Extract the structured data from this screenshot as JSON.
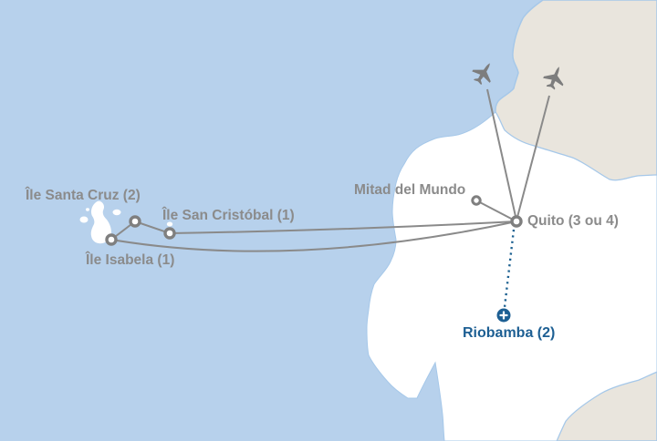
{
  "map": {
    "labels": {
      "santa_cruz": "Île Santa Cruz (2)",
      "san_cristobal": "Île San Cristóbal (1)",
      "isabela": "Île Isabela (1)",
      "mitad_del_mundo": "Mitad del Mundo",
      "quito": "Quito (3 ou 4)",
      "riobamba": "Riobamba (2)"
    },
    "stops": [
      {
        "name": "Quito",
        "nights": "3 ou 4"
      },
      {
        "name": "Île San Cristóbal",
        "nights": "1"
      },
      {
        "name": "Île Santa Cruz",
        "nights": "2"
      },
      {
        "name": "Île Isabela",
        "nights": "1"
      },
      {
        "name": "Riobamba",
        "nights": "2"
      },
      {
        "name": "Mitad del Mundo",
        "nights": ""
      }
    ],
    "routes": [
      {
        "from": "airplane-north",
        "to": "Quito",
        "style": "solid"
      },
      {
        "from": "airplane-northeast",
        "to": "Quito",
        "style": "solid"
      },
      {
        "from": "Quito",
        "to": "Île San Cristóbal",
        "style": "solid"
      },
      {
        "from": "Île San Cristóbal",
        "to": "Île Santa Cruz",
        "style": "solid"
      },
      {
        "from": "Île Santa Cruz",
        "to": "Île Isabela",
        "style": "solid"
      },
      {
        "from": "Île Isabela",
        "to": "Quito",
        "style": "solid"
      },
      {
        "from": "Mitad del Mundo",
        "to": "Quito",
        "style": "solid"
      },
      {
        "from": "Quito",
        "to": "Riobamba",
        "style": "dotted"
      }
    ],
    "icons": {
      "airplane_1": "airplane-icon",
      "airplane_2": "airplane-icon",
      "riobamba_marker": "plus-circle-marker-icon",
      "city_marker": "ring-marker-icon"
    },
    "colors": {
      "sea": "#B7D1EC",
      "ecuador_land": "#FFFFFF",
      "neighbor_land": "#E9E5DD",
      "country_border": "#A6C8E9",
      "route_gray": "#8A8A8A",
      "label_gray": "#8B8B8B",
      "highlight_blue": "#1D5F93"
    }
  }
}
